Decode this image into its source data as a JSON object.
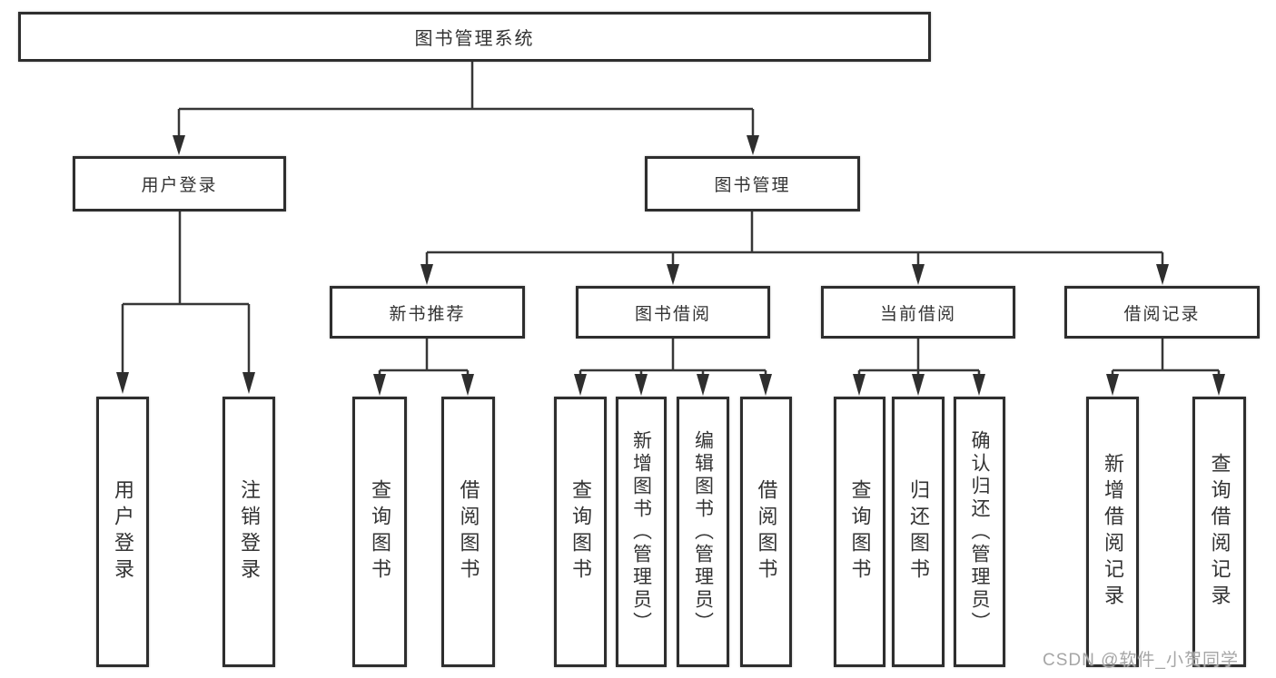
{
  "diagram": {
    "root": {
      "label": "图书管理系统"
    },
    "level2": [
      {
        "label": "用户登录"
      },
      {
        "label": "图书管理"
      }
    ],
    "level3": [
      {
        "label": "新书推荐"
      },
      {
        "label": "图书借阅"
      },
      {
        "label": "当前借阅"
      },
      {
        "label": "借阅记录"
      }
    ],
    "leaves": [
      {
        "label": "用户登录"
      },
      {
        "label": "注销登录"
      },
      {
        "label": "查询图书"
      },
      {
        "label": "借阅图书"
      },
      {
        "label": "查询图书"
      },
      {
        "label": "新增图书（管理员）"
      },
      {
        "label": "编辑图书（管理员）"
      },
      {
        "label": "借阅图书"
      },
      {
        "label": "查询图书"
      },
      {
        "label": "归还图书"
      },
      {
        "label": "确认归还（管理员）"
      },
      {
        "label": "新增借阅记录"
      },
      {
        "label": "查询借阅记录"
      }
    ]
  },
  "watermark": {
    "text": "CSDN @软件_小贺同学"
  },
  "colors": {
    "line": "#373737",
    "arrow": "#2e2e2e",
    "border": "#2e2e2e",
    "text": "#333333",
    "watermark": "#a6a6a6",
    "background": "#ffffff"
  }
}
